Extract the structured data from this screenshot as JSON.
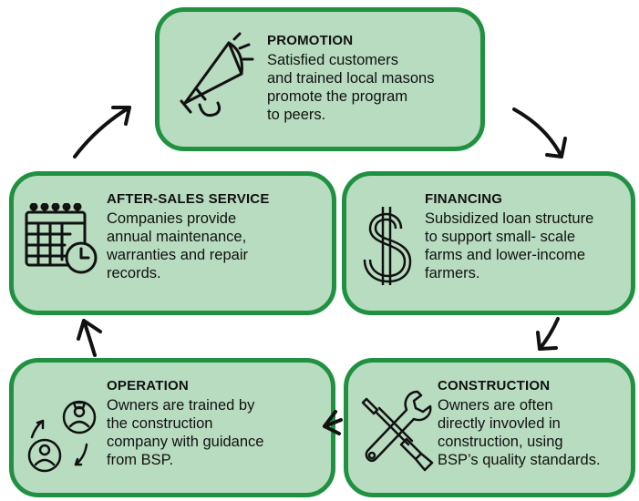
{
  "steps": {
    "promotion": {
      "title": "PROMOTION",
      "lines": [
        "Satisfied customers",
        "and trained local masons",
        "promote the program",
        "to peers."
      ],
      "icon": "megaphone-icon"
    },
    "financing": {
      "title": "FINANCING",
      "lines": [
        "Subsidized loan structure",
        "to support small- scale",
        "farms and lower-income",
        "farmers."
      ],
      "icon": "dollar-sign-icon"
    },
    "construction": {
      "title": "CONSTRUCTION",
      "lines": [
        "Owners are often",
        "directly invovled in",
        "construction, using",
        "BSP’s quality standards."
      ],
      "icon": "tools-icon"
    },
    "operation": {
      "title": "OPERATION",
      "lines": [
        "Owners are trained by",
        "the construction",
        "company with guidance",
        "from BSP."
      ],
      "icon": "people-exchange-icon"
    },
    "after_sales": {
      "title": "AFTER-SALES SERVICE",
      "lines": [
        "Companies provide",
        "annual maintenance,",
        "warranties and repair",
        "records."
      ],
      "icon": "calendar-clock-icon"
    }
  },
  "colors": {
    "fill": "#b8dcc0",
    "border": "#1f9141",
    "ink": "#111111"
  }
}
